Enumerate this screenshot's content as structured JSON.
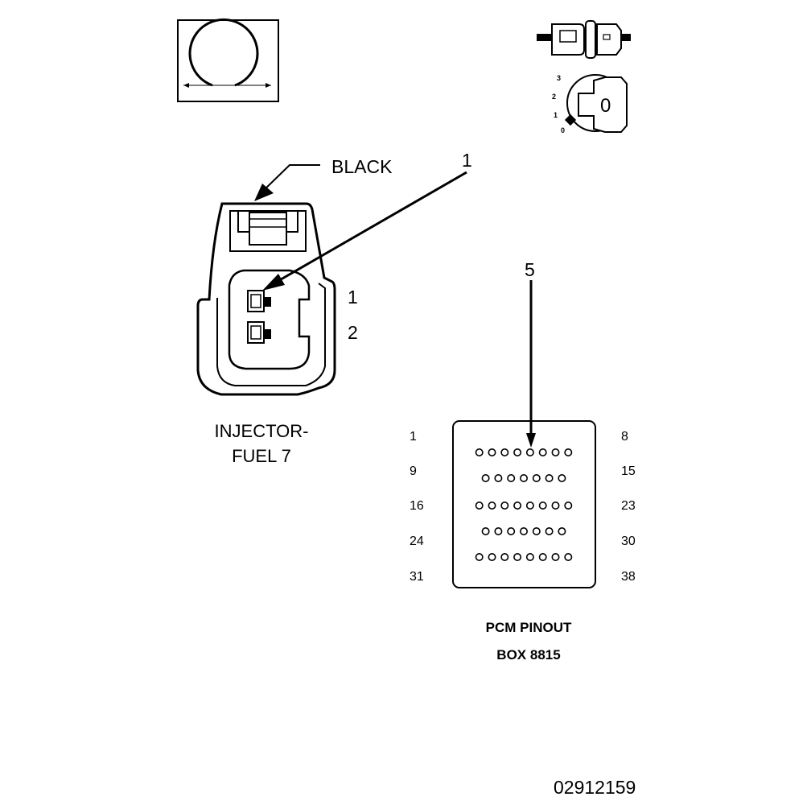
{
  "ohmmeter_icon": "ohmmeter-omega-icon",
  "ignition_icon": "ignition-key-switch-icon",
  "disconnect_icon": "connector-disconnect-icon",
  "ignition_positions": [
    "3",
    "2",
    "1",
    "0"
  ],
  "key_label": "0",
  "connector": {
    "color_label": "BLACK",
    "callout": "1",
    "pin_labels": [
      "1",
      "2"
    ],
    "name_line1": "INJECTOR-",
    "name_line2": "FUEL 7"
  },
  "pcm": {
    "callout": "5",
    "left_pins": [
      "1",
      "9",
      "16",
      "24",
      "31"
    ],
    "right_pins": [
      "8",
      "15",
      "23",
      "30",
      "38"
    ],
    "title_line1": "PCM PINOUT",
    "title_line2": "BOX 8815",
    "row_counts": [
      8,
      7,
      8,
      7,
      8
    ]
  },
  "figure_id": "02912159"
}
